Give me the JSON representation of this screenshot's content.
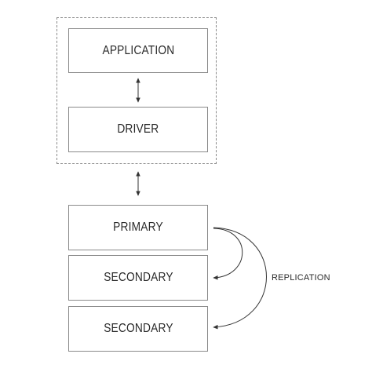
{
  "diagram": {
    "client_group": {
      "application_label": "APPLICATION",
      "driver_label": "DRIVER"
    },
    "replica_set": {
      "primary_label": "PRIMARY",
      "secondary_1_label": "SECONDARY",
      "secondary_2_label": "SECONDARY"
    },
    "replication_label": "REPLICATION",
    "colors": {
      "border": "#8a8a8a",
      "text": "#2a2a2a",
      "arrow": "#333333",
      "background": "#ffffff"
    },
    "icons": {
      "app_driver_link": "bidirectional-arrow-icon",
      "driver_primary_link": "bidirectional-arrow-icon",
      "replication_arcs": "curved-arrow-icon"
    }
  }
}
